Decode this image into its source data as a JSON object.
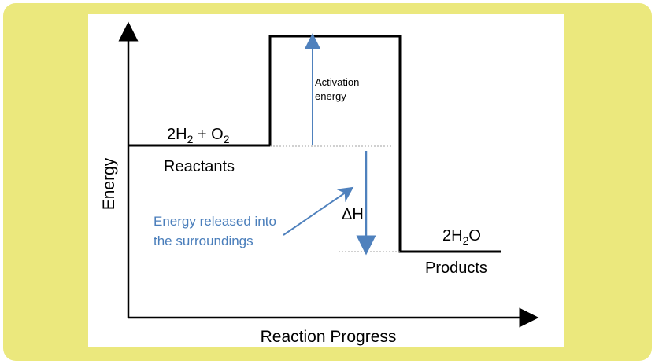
{
  "axes": {
    "x_label": "Reaction Progress",
    "y_label": "Energy"
  },
  "reactants": {
    "formula_parts": [
      "2H",
      "2",
      " + O",
      "2"
    ],
    "label": "Reactants"
  },
  "products": {
    "formula_parts": [
      "2H",
      "2",
      "O"
    ],
    "label": "Products"
  },
  "activation_energy": {
    "line1": "Activation",
    "line2": "energy"
  },
  "delta_h": {
    "label": "ΔH"
  },
  "energy_released": {
    "line1": "Energy released into",
    "line2": "the surroundings"
  },
  "colors": {
    "frame": "#ebe87d",
    "arrow": "#4f81bd",
    "text_blue": "#4a7ebb",
    "line": "#000000",
    "dotted": "#a0a0a0"
  }
}
